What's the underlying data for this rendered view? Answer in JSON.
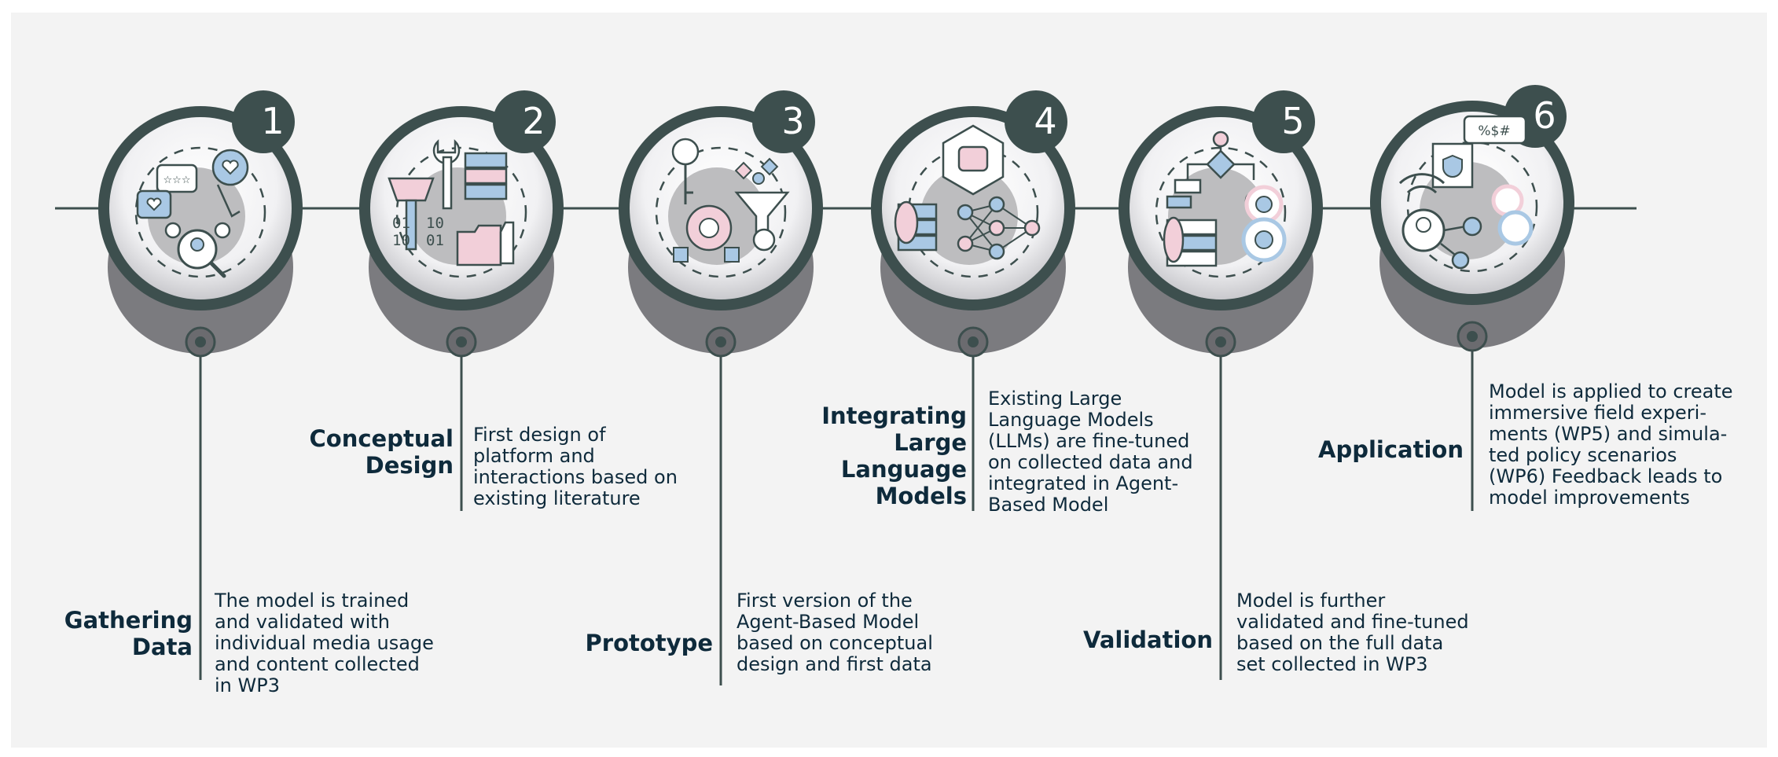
{
  "steps": [
    {
      "number": "1",
      "title_lines": [
        "Gathering",
        "Data"
      ],
      "description": [
        "The model is trained",
        "and validated with",
        "individual media usage",
        "and content collected",
        "in WP3"
      ],
      "icon": "social-media-data-icon"
    },
    {
      "number": "2",
      "title_lines": [
        "Conceptual",
        "Design"
      ],
      "description": [
        "First design of",
        "platform and",
        "interactions based on",
        "existing literature"
      ],
      "icon": "design-tools-icon"
    },
    {
      "number": "3",
      "title_lines": [
        "Prototype"
      ],
      "description": [
        "First version of the",
        "Agent-Based Model",
        "based on conceptual",
        "design and first data"
      ],
      "icon": "prototype-funnel-icon"
    },
    {
      "number": "4",
      "title_lines": [
        "Integrating",
        "Large",
        "Language",
        "Models"
      ],
      "description": [
        "Existing Large",
        "Language Models",
        "(LLMs) are fine-tuned",
        "on collected data and",
        "integrated in Agent-",
        "Based Model"
      ],
      "icon": "neural-network-icon"
    },
    {
      "number": "5",
      "title_lines": [
        "Validation"
      ],
      "description": [
        "Model is further",
        "validated and fine-tuned",
        "based on the full data",
        "set collected in WP3"
      ],
      "icon": "flowchart-validation-icon"
    },
    {
      "number": "6",
      "title_lines": [
        "Application"
      ],
      "description": [
        "Model is applied to create",
        "immersive field experi-",
        "ments (WP5) and simula-",
        "ted policy scenarios",
        "(WP6) Feedback leads to",
        "model improvements"
      ],
      "icon": "application-user-icon"
    }
  ],
  "colors": {
    "ring": "#3d4f4e",
    "shadow": "#7b7b7f",
    "text": "#0e2a3b",
    "accent_blue": "#a9c8e4",
    "accent_pink": "#f2cfd9"
  }
}
